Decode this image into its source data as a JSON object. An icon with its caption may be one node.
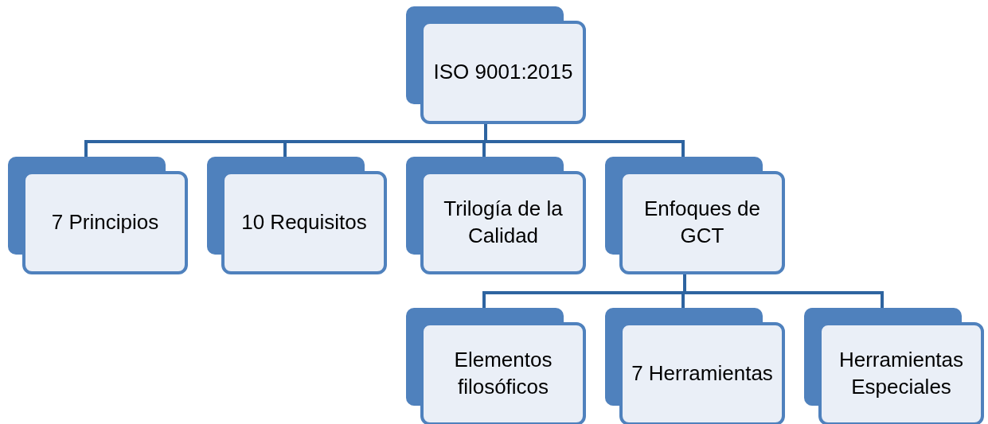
{
  "diagram": {
    "nodes": [
      {
        "text": [
          "ISO 9001:2015"
        ]
      },
      {
        "text": [
          "7 Principios"
        ]
      },
      {
        "text": [
          "10 Requisitos"
        ]
      },
      {
        "text": [
          "Trilogía de la Calidad"
        ]
      },
      {
        "text": [
          "Enfoques de GCT"
        ]
      },
      {
        "text": [
          "Elementos filosóficos"
        ]
      },
      {
        "text": [
          "7 Herramientas"
        ]
      },
      {
        "text": [
          "Herramientas Especiales"
        ]
      }
    ],
    "edges": [
      {
        "from": 0,
        "to": 1,
        "arrow": "none"
      },
      {
        "from": 0,
        "to": 2,
        "arrow": "none"
      },
      {
        "from": 0,
        "to": 3,
        "arrow": "none"
      },
      {
        "from": 0,
        "to": 4,
        "arrow": "none"
      },
      {
        "from": 4,
        "to": 5,
        "arrow": "none"
      },
      {
        "from": 4,
        "to": 6,
        "arrow": "none"
      },
      {
        "from": 4,
        "to": 7,
        "arrow": "none"
      }
    ]
  }
}
